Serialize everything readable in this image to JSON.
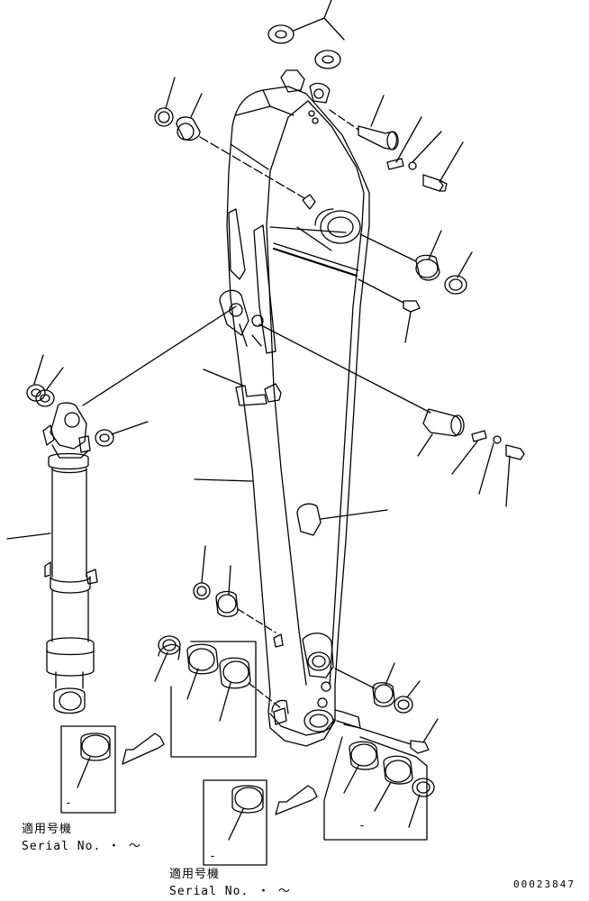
{
  "notes": [
    {
      "applicable_label": "適用号機",
      "serial_label": "Serial No.",
      "serial_range": "・ ～"
    },
    {
      "applicable_label": "適用号機",
      "serial_label": "Serial No.",
      "serial_range": "・ ～"
    }
  ],
  "detail_marks": [
    "-",
    "-",
    "-"
  ],
  "drawing_number": "00023847",
  "colors": {
    "line": "#000000",
    "background": "#ffffff"
  }
}
